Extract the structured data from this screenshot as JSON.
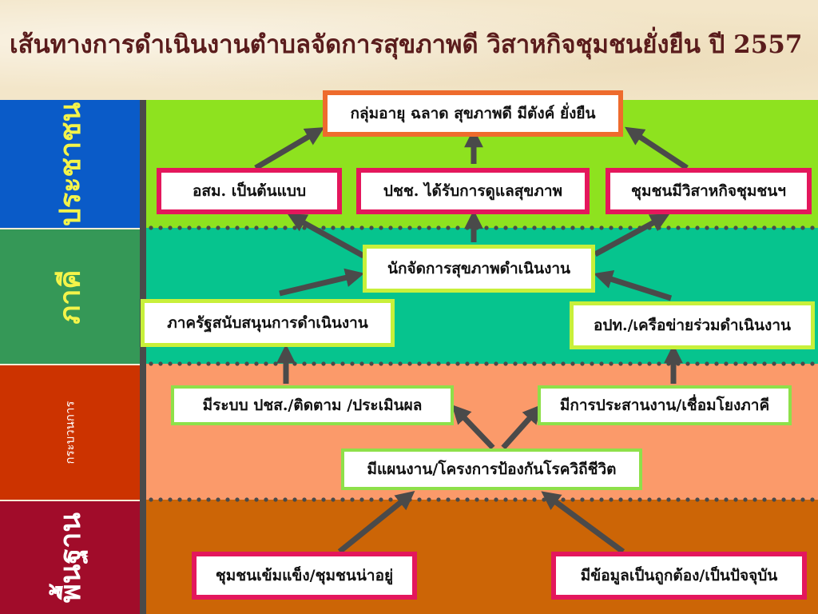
{
  "title": "เส้นทางการดำเนินงานตำบลจัดการสุขภาพดี วิสาหกิจชุมชนยั่งยืน ปี 2557",
  "colors": {
    "row_people": "#8ee21f",
    "row_partner": "#06c48e",
    "row_process": "#fb9a6a",
    "row_foundation": "#cc6506",
    "side_people": "#0a5bc8",
    "side_partner": "#359857",
    "side_process": "#cc3300",
    "side_foundation": "#a10c2a"
  },
  "rows": {
    "people": "ประชาชน",
    "partner": "ภาคี",
    "process": "กระบวนการ",
    "foundation": "พื้นฐาน"
  },
  "boxes": {
    "goal": "กลุ่มอายุ ฉลาด สุขภาพดี มีตังค์ ยั่งยืน",
    "osm": "อสม. เป็นต้นแบบ",
    "people_care": "ปชช. ได้รับการดูแลสุขภาพ",
    "enterprise": "ชุมชนมีวิสาหกิจชุมชนฯ",
    "health_manager": "นักจัดการสุขภาพดำเนินงาน",
    "state_support": "ภาครัฐสนับสนุนการดำเนินงาน",
    "local_network": "อปท./เครือข่ายร่วมดำเนินงาน",
    "monitoring": "มีระบบ ปชส./ติดตาม /ประเมินผล",
    "coordination": "มีการประสานงาน/เชื่อมโยงภาคี",
    "plan": "มีแผนงาน/โครงการป้องกันโรควิถีชีวิต",
    "strong_community": "ชุมชนเข้มแข็ง/ชุมชนน่าอยู่",
    "accurate_data": "มีข้อมูลเป็นถูกต้อง/เป็นปัจจุบัน"
  }
}
